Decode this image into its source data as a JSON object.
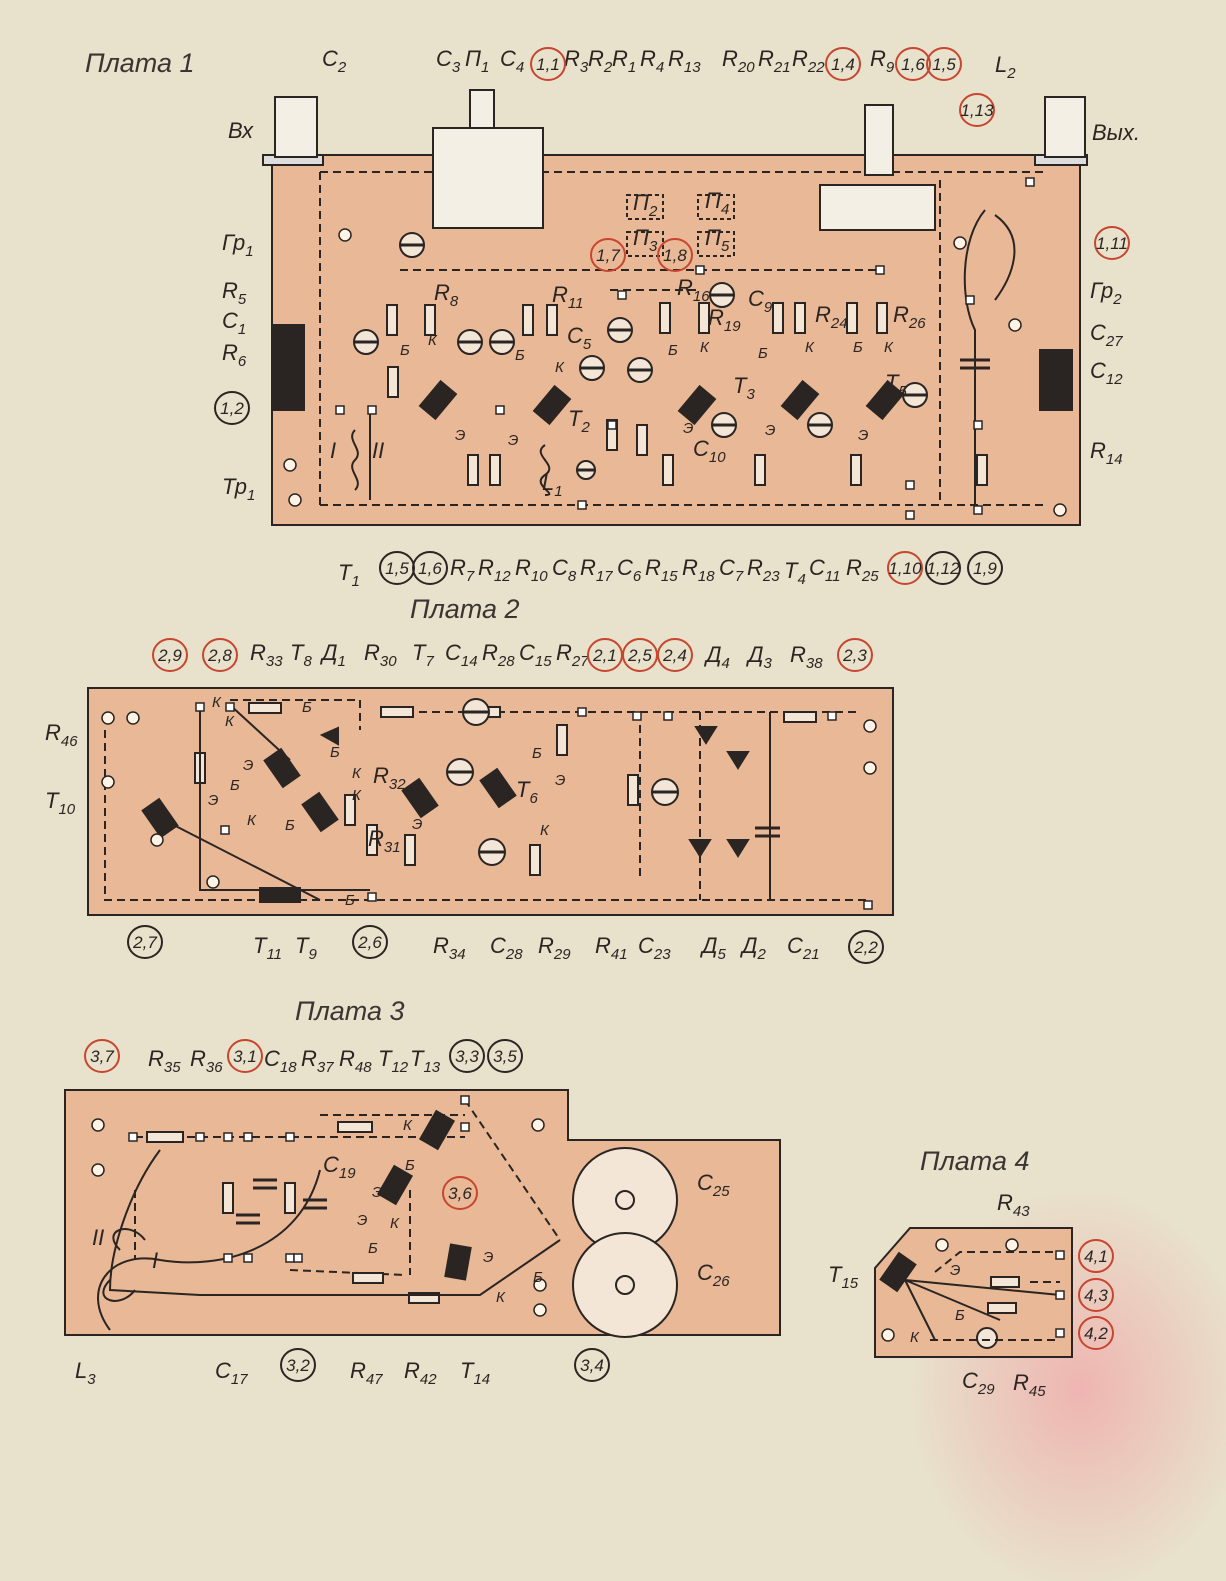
{
  "colors": {
    "paper": "#e8e1cb",
    "board": "#e9b896",
    "ink": "#2a2522",
    "marker_red": "#c8452f",
    "marker_dark": "#2a2522"
  },
  "boards": [
    {
      "title": "Плата 1",
      "labels": [
        {
          "t": "C",
          "s": "2"
        },
        {
          "t": "C",
          "s": "3"
        },
        {
          "t": "П",
          "s": "1"
        },
        {
          "t": "C",
          "s": "4"
        },
        {
          "t": "R",
          "s": "3"
        },
        {
          "t": "R",
          "s": "2"
        },
        {
          "t": "R",
          "s": "1"
        },
        {
          "t": "R",
          "s": "4"
        },
        {
          "t": "R",
          "s": "13"
        },
        {
          "t": "R",
          "s": "20"
        },
        {
          "t": "R",
          "s": "21"
        },
        {
          "t": "R",
          "s": "22"
        },
        {
          "t": "R",
          "s": "9"
        },
        {
          "t": "L",
          "s": "2"
        },
        {
          "t": "Вых.",
          "s": ""
        },
        {
          "t": "Вх",
          "s": ""
        },
        {
          "t": "Гр",
          "s": "1"
        },
        {
          "t": "R",
          "s": "5"
        },
        {
          "t": "C",
          "s": "1"
        },
        {
          "t": "R",
          "s": "6"
        },
        {
          "t": "Тр",
          "s": "1"
        },
        {
          "t": "Гр",
          "s": "2"
        },
        {
          "t": "C",
          "s": "27"
        },
        {
          "t": "C",
          "s": "12"
        },
        {
          "t": "R",
          "s": "14"
        },
        {
          "t": "T",
          "s": "1"
        },
        {
          "t": "R",
          "s": "7"
        },
        {
          "t": "R",
          "s": "12"
        },
        {
          "t": "R",
          "s": "10"
        },
        {
          "t": "C",
          "s": "8"
        },
        {
          "t": "R",
          "s": "17"
        },
        {
          "t": "C",
          "s": "6"
        },
        {
          "t": "R",
          "s": "15"
        },
        {
          "t": "R",
          "s": "18"
        },
        {
          "t": "C",
          "s": "7"
        },
        {
          "t": "R",
          "s": "23"
        },
        {
          "t": "T",
          "s": "4"
        },
        {
          "t": "C",
          "s": "11"
        },
        {
          "t": "R",
          "s": "25"
        },
        {
          "t": "П",
          "s": "2"
        },
        {
          "t": "П",
          "s": "3"
        },
        {
          "t": "П",
          "s": "4"
        },
        {
          "t": "П",
          "s": "5"
        },
        {
          "t": "R",
          "s": "8"
        },
        {
          "t": "R",
          "s": "11"
        },
        {
          "t": "C",
          "s": "5"
        },
        {
          "t": "T",
          "s": "2"
        },
        {
          "t": "L",
          "s": "1"
        },
        {
          "t": "R",
          "s": "16"
        },
        {
          "t": "R",
          "s": "19"
        },
        {
          "t": "C",
          "s": "9"
        },
        {
          "t": "T",
          "s": "3"
        },
        {
          "t": "C",
          "s": "10"
        },
        {
          "t": "R",
          "s": "24"
        },
        {
          "t": "R",
          "s": "26"
        },
        {
          "t": "T",
          "s": "5"
        },
        {
          "t": "I",
          "s": ""
        },
        {
          "t": "II",
          "s": ""
        },
        {
          "t": "Б",
          "s": ""
        },
        {
          "t": "К",
          "s": ""
        },
        {
          "t": "Э",
          "s": ""
        },
        {
          "t": "Б",
          "s": ""
        },
        {
          "t": "К",
          "s": ""
        },
        {
          "t": "Э",
          "s": ""
        },
        {
          "t": "Б",
          "s": ""
        },
        {
          "t": "К",
          "s": ""
        },
        {
          "t": "Э",
          "s": ""
        },
        {
          "t": "Б",
          "s": ""
        },
        {
          "t": "К",
          "s": ""
        },
        {
          "t": "Э",
          "s": ""
        },
        {
          "t": "Б",
          "s": ""
        },
        {
          "t": "К",
          "s": ""
        },
        {
          "t": "Э",
          "s": ""
        }
      ],
      "markers": [
        {
          "v": "1,1",
          "c": "red"
        },
        {
          "v": "1,4",
          "c": "red"
        },
        {
          "v": "1,6",
          "c": "red"
        },
        {
          "v": "1,5",
          "c": "red"
        },
        {
          "v": "1,13",
          "c": "red"
        },
        {
          "v": "1,2",
          "c": "dark"
        },
        {
          "v": "1,11",
          "c": "red"
        },
        {
          "v": "1,5",
          "c": "dark"
        },
        {
          "v": "1,6",
          "c": "dark"
        },
        {
          "v": "1,10",
          "c": "red"
        },
        {
          "v": "1,12",
          "c": "dark"
        },
        {
          "v": "1,9",
          "c": "dark"
        },
        {
          "v": "1,7",
          "c": "red"
        },
        {
          "v": "1,8",
          "c": "red"
        }
      ]
    },
    {
      "title": "Плата 2",
      "labels": [
        {
          "t": "R",
          "s": "33"
        },
        {
          "t": "T",
          "s": "8"
        },
        {
          "t": "Д",
          "s": "1"
        },
        {
          "t": "R",
          "s": "30"
        },
        {
          "t": "T",
          "s": "7"
        },
        {
          "t": "C",
          "s": "14"
        },
        {
          "t": "R",
          "s": "28"
        },
        {
          "t": "C",
          "s": "15"
        },
        {
          "t": "R",
          "s": "27"
        },
        {
          "t": "Д",
          "s": "4"
        },
        {
          "t": "Д",
          "s": "3"
        },
        {
          "t": "R",
          "s": "38"
        },
        {
          "t": "R",
          "s": "46"
        },
        {
          "t": "T",
          "s": "10"
        },
        {
          "t": "T",
          "s": "11"
        },
        {
          "t": "T",
          "s": "9"
        },
        {
          "t": "R",
          "s": "34"
        },
        {
          "t": "C",
          "s": "28"
        },
        {
          "t": "R",
          "s": "29"
        },
        {
          "t": "R",
          "s": "41"
        },
        {
          "t": "C",
          "s": "23"
        },
        {
          "t": "Д",
          "s": "5"
        },
        {
          "t": "Д",
          "s": "2"
        },
        {
          "t": "C",
          "s": "21"
        },
        {
          "t": "T",
          "s": "6"
        },
        {
          "t": "R",
          "s": "32"
        },
        {
          "t": "R",
          "s": "31"
        },
        {
          "t": "К",
          "s": ""
        },
        {
          "t": "К",
          "s": ""
        },
        {
          "t": "Б",
          "s": ""
        },
        {
          "t": "Э",
          "s": ""
        },
        {
          "t": "Б",
          "s": ""
        },
        {
          "t": "Э",
          "s": ""
        },
        {
          "t": "К",
          "s": ""
        },
        {
          "t": "Б",
          "s": ""
        },
        {
          "t": "К",
          "s": ""
        },
        {
          "t": "Б",
          "s": ""
        },
        {
          "t": "К",
          "s": ""
        },
        {
          "t": "Б",
          "s": ""
        },
        {
          "t": "Э",
          "s": ""
        },
        {
          "t": "К",
          "s": ""
        },
        {
          "t": "Б",
          "s": ""
        },
        {
          "t": "Э",
          "s": ""
        },
        {
          "t": "Э",
          "s": ""
        }
      ],
      "markers": [
        {
          "v": "2,9",
          "c": "red"
        },
        {
          "v": "2,8",
          "c": "red"
        },
        {
          "v": "2,1",
          "c": "red"
        },
        {
          "v": "2,5",
          "c": "red"
        },
        {
          "v": "2,4",
          "c": "red"
        },
        {
          "v": "2,3",
          "c": "red"
        },
        {
          "v": "2,7",
          "c": "dark"
        },
        {
          "v": "2,6",
          "c": "dark"
        },
        {
          "v": "2,2",
          "c": "dark"
        }
      ]
    },
    {
      "title": "Плата 3",
      "labels": [
        {
          "t": "R",
          "s": "35"
        },
        {
          "t": "R",
          "s": "36"
        },
        {
          "t": "C",
          "s": "18"
        },
        {
          "t": "R",
          "s": "37"
        },
        {
          "t": "R",
          "s": "48"
        },
        {
          "t": "T",
          "s": "12"
        },
        {
          "t": "T",
          "s": "13"
        },
        {
          "t": "C",
          "s": "19"
        },
        {
          "t": "C",
          "s": "25"
        },
        {
          "t": "C",
          "s": "26"
        },
        {
          "t": "II",
          "s": ""
        },
        {
          "t": "I",
          "s": ""
        },
        {
          "t": "L",
          "s": "3"
        },
        {
          "t": "C",
          "s": "17"
        },
        {
          "t": "R",
          "s": "47"
        },
        {
          "t": "R",
          "s": "42"
        },
        {
          "t": "T",
          "s": "14"
        },
        {
          "t": "К",
          "s": ""
        },
        {
          "t": "Э",
          "s": ""
        },
        {
          "t": "Б",
          "s": ""
        },
        {
          "t": "Э",
          "s": ""
        },
        {
          "t": "К",
          "s": ""
        },
        {
          "t": "Б",
          "s": ""
        },
        {
          "t": "Э",
          "s": ""
        },
        {
          "t": "Б",
          "s": ""
        },
        {
          "t": "К",
          "s": ""
        }
      ],
      "markers": [
        {
          "v": "3,7",
          "c": "red"
        },
        {
          "v": "3,1",
          "c": "red"
        },
        {
          "v": "3,3",
          "c": "dark"
        },
        {
          "v": "3,5",
          "c": "dark"
        },
        {
          "v": "3,6",
          "c": "red"
        },
        {
          "v": "3,2",
          "c": "dark"
        },
        {
          "v": "3,4",
          "c": "dark"
        }
      ]
    },
    {
      "title": "Плата 4",
      "labels": [
        {
          "t": "R",
          "s": "43"
        },
        {
          "t": "T",
          "s": "15"
        },
        {
          "t": "C",
          "s": "29"
        },
        {
          "t": "R",
          "s": "45"
        },
        {
          "t": "Э",
          "s": ""
        },
        {
          "t": "Б",
          "s": ""
        },
        {
          "t": "К",
          "s": ""
        }
      ],
      "markers": [
        {
          "v": "4,1",
          "c": "red"
        },
        {
          "v": "4,3",
          "c": "red"
        },
        {
          "v": "4,2",
          "c": "red"
        }
      ]
    }
  ]
}
